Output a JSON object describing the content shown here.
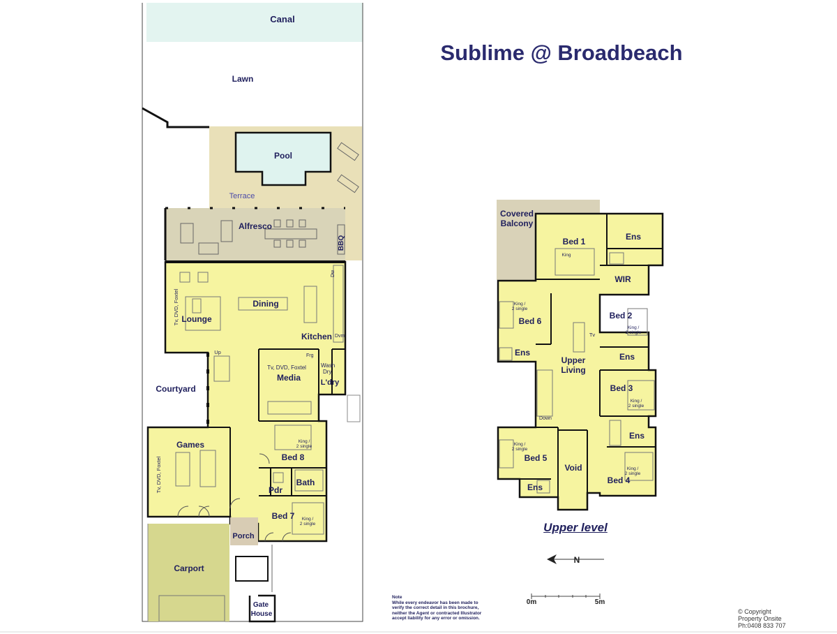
{
  "title": "Sublime @ Broadbeach",
  "ground": {
    "canal": "Canal",
    "lawn": "Lawn",
    "pool": "Pool",
    "terrace": "Terrace",
    "alfresco": "Alfresco",
    "bbq": "BBQ",
    "lounge": "Lounge",
    "lounge_tv": "Tv, DVD, Foxtel",
    "dining": "Dining",
    "kitchen": "Kitchen",
    "dw": "Dw",
    "dvm": "Dvm",
    "frg": "Frg",
    "wash": "Wash",
    "dry": "Dry",
    "ldry": "L'dry",
    "media_tv": "Tv, DVD, Foxtel",
    "media": "Media",
    "up": "Up",
    "courtyard": "Courtyard",
    "games": "Games",
    "games_tv": "Tv, DVD, Foxtel",
    "bed8": "Bed 8",
    "bed8_bed_a": "King /",
    "bed8_bed_b": "2 single",
    "bath": "Bath",
    "pdr": "Pdr",
    "bed7": "Bed 7",
    "bed7_bed_a": "King /",
    "bed7_bed_b": "2 single",
    "porch": "Porch",
    "carport": "Carport",
    "gate": "Gate",
    "house": "House"
  },
  "upper": {
    "covered": "Covered",
    "balcony": "Balcony",
    "bed1": "Bed 1",
    "bed1_bed": "King",
    "ens1": "Ens",
    "wir": "WIR",
    "bed6": "Bed 6",
    "bed6_bed_a": "King /",
    "bed6_bed_b": "2 single",
    "ens6": "Ens",
    "bed2": "Bed 2",
    "bed2_bed_a": "King /",
    "bed2_bed_b": "2 single",
    "ens2": "Ens",
    "tv": "Tv",
    "upper_a": "Upper",
    "upper_b": "Living",
    "bed3": "Bed 3",
    "bed3_bed_a": "King /",
    "bed3_bed_b": "2 single",
    "down": "Down",
    "ens3": "Ens",
    "bed5": "Bed 5",
    "bed5_bed_a": "King /",
    "bed5_bed_b": "2 single",
    "ens5": "Ens",
    "void": "Void",
    "bed4": "Bed 4",
    "bed4_bed_a": "King /",
    "bed4_bed_b": "2 single",
    "level_label": "Upper level"
  },
  "north": "N",
  "scale": {
    "start": "0m",
    "end": "5m"
  },
  "note": {
    "heading": "Note",
    "text": "While every endeavor has been made to verify the correct detail in this brochure, neither the Agent or contracted Illustrator accept liability for any error or omission."
  },
  "copyright": {
    "symbol": "©",
    "line1": "Copyright",
    "line2": "Property Onsite",
    "line3": "Ph:0408 833 707"
  },
  "colors": {
    "room": "#f6f4a0",
    "pool": "#dff3ef",
    "terrace": "#e9e0b8",
    "alfresco": "#d9d4b8",
    "carport": "#d6d78e",
    "porch": "#d8ccb4",
    "canal": "#e3f4f0",
    "balcony": "#d9d2b8",
    "wall": "#111111",
    "text": "#1f1f5c"
  }
}
